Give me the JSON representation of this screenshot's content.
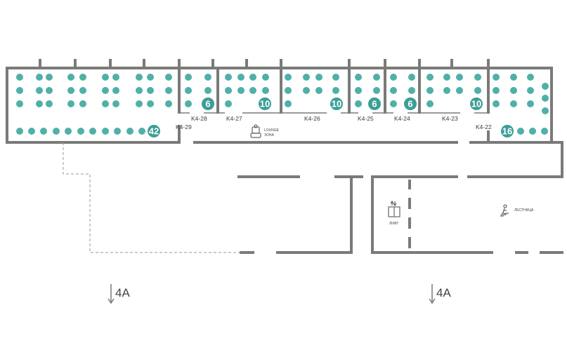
{
  "rooms": [
    {
      "label": "K4-29",
      "capacity": "42"
    },
    {
      "label": "K4-28",
      "capacity": "6"
    },
    {
      "label": "K4-27",
      "capacity": "10"
    },
    {
      "label": "K4-26",
      "capacity": "10"
    },
    {
      "label": "K4-25",
      "capacity": "6"
    },
    {
      "label": "K4-24",
      "capacity": "6"
    },
    {
      "label": "K4-23",
      "capacity": "10"
    },
    {
      "label": "K4-22",
      "capacity": "16"
    }
  ],
  "lounge": {
    "line1": "LOUNGE",
    "line2": "ЗОНА"
  },
  "elevator": {
    "label": "ЛИФТ"
  },
  "stairs": {
    "label": "ЛЕСТНИЦА"
  },
  "exits": [
    {
      "label": "4A"
    },
    {
      "label": "4A"
    }
  ],
  "colors": {
    "seat": "#4fb0a8",
    "badge": "#3c9e96",
    "wall": "#7a7a7a"
  }
}
